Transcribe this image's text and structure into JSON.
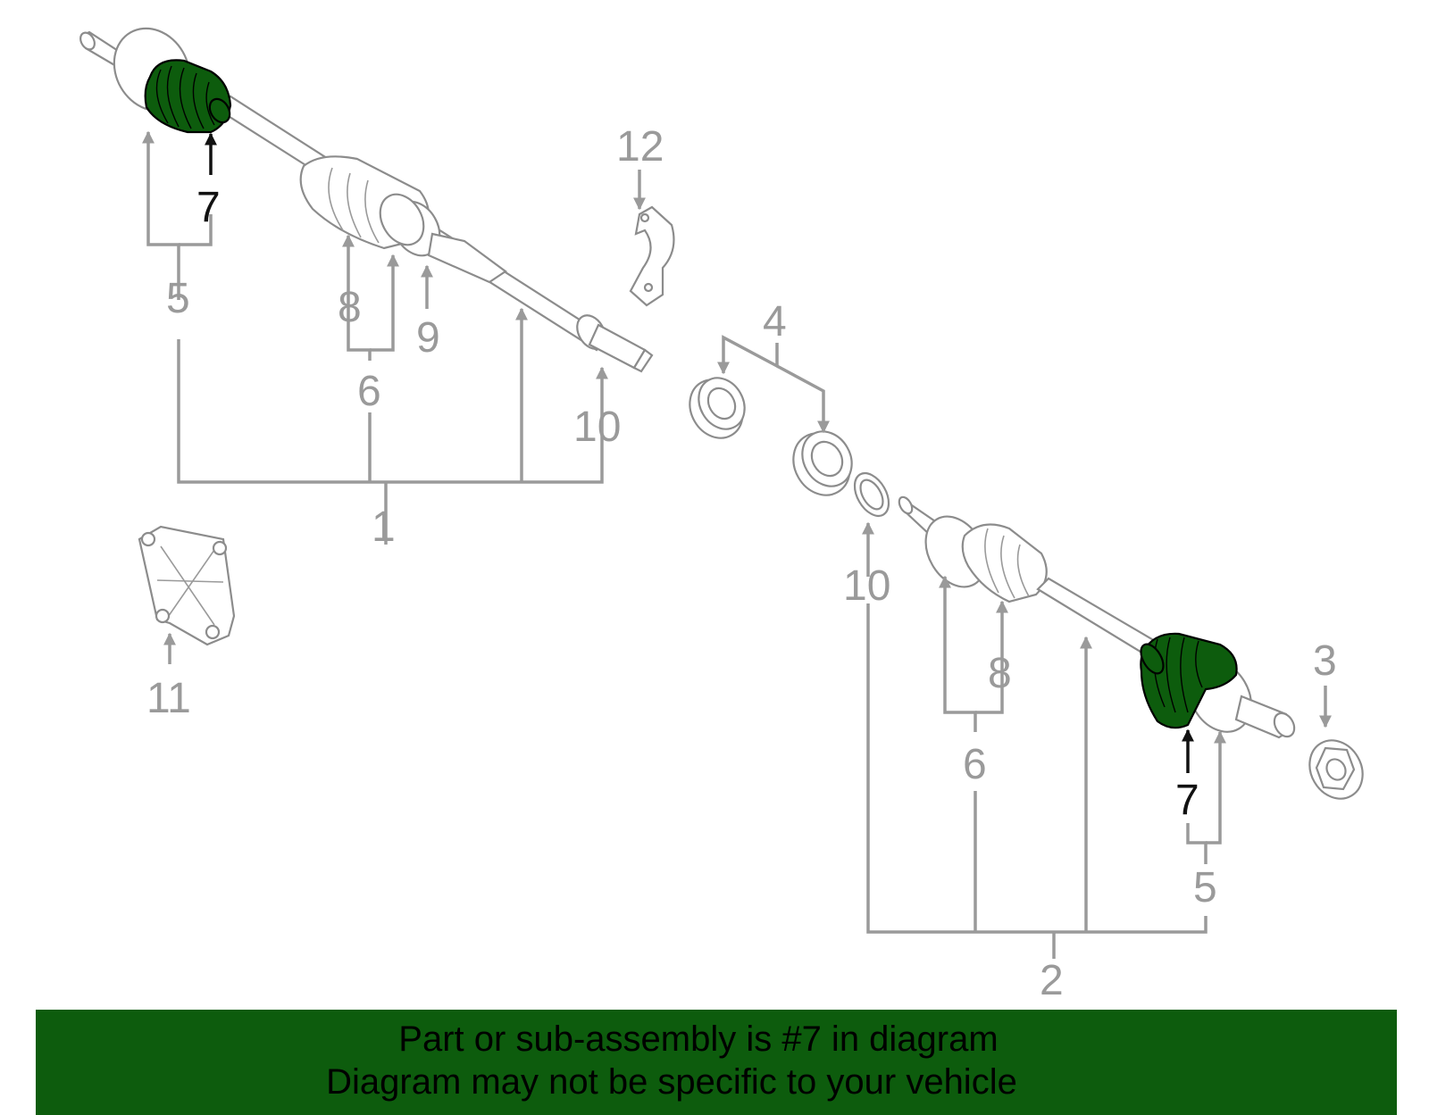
{
  "highlight_color": "#0d5c0d",
  "callouts": {
    "c1": "1",
    "c2": "2",
    "c3": "3",
    "c4": "4",
    "c5_top": "5",
    "c5_bottom": "5",
    "c6_top": "6",
    "c6_bottom": "6",
    "c7_top": "7",
    "c7_bottom": "7",
    "c8_top": "8",
    "c8_bottom": "8",
    "c9": "9",
    "c10_top": "10",
    "c10_bottom": "10",
    "c11": "11",
    "c12": "12"
  },
  "banner": {
    "line1": "Part or sub-assembly is #7 in diagram",
    "line2": "Diagram may not be specific to your vehicle"
  }
}
